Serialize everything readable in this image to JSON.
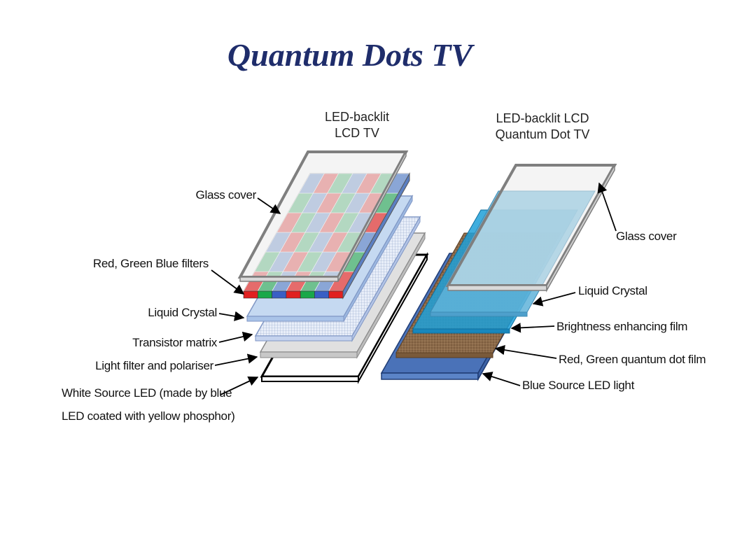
{
  "title": "Quantum Dots TV",
  "left_diagram": {
    "caption_line1": "LED-backlit",
    "caption_line2": "LCD TV",
    "labels": {
      "glass_cover": "Glass cover",
      "rgb_filters": "Red, Green Blue filters",
      "liquid_crystal": "Liquid Crystal",
      "transistor_matrix": "Transistor matrix",
      "light_filter": "Light filter and polariser",
      "white_led_line1": "White Source LED (made by blue",
      "white_led_line2": "LED coated with yellow phosphor)"
    }
  },
  "right_diagram": {
    "caption_line1": "LED-backlit LCD",
    "caption_line2": "Quantum Dot TV",
    "labels": {
      "glass_cover": "Glass cover",
      "liquid_crystal": "Liquid Crystal",
      "brightness_film": "Brightness enhancing film",
      "quantum_dot_film": "Red, Green quantum dot film",
      "blue_led": "Blue Source LED light"
    }
  },
  "colors": {
    "title": "#1f2d6b",
    "filter_red": "#e56b6b",
    "filter_green": "#6fc08f",
    "filter_blue": "#8aa6d6",
    "glass_fill": "#e6e6e6",
    "glass_edge": "#7f7f7f",
    "liquid_crystal_left": "#c5d9f1",
    "liquid_crystal_right": "#5fb3d9",
    "brightness_film": "#1ea0d8",
    "quantum_dot_film": "#8b6a4a",
    "blue_led": "#5b84c7"
  }
}
